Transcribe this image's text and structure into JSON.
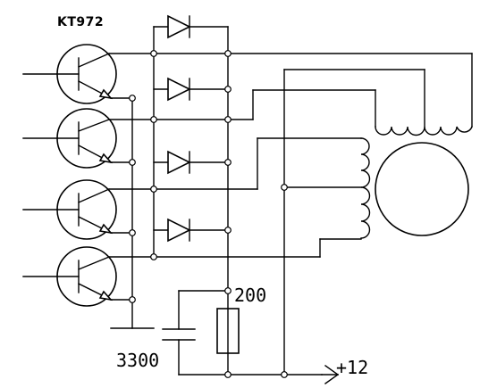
{
  "labels": {
    "transistor_part": "KT972",
    "resistor_value": "200",
    "capacitor_value": "3300",
    "supply_voltage": "+12"
  },
  "colors": {
    "ink": "#000000",
    "background": "#ffffff"
  },
  "components": {
    "transistors": 4,
    "diodes": 4,
    "motor_coils": 2
  }
}
